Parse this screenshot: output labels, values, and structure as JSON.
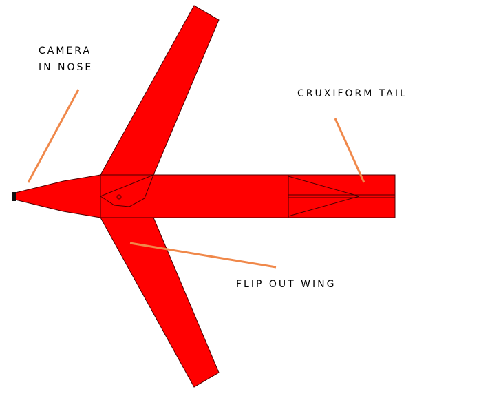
{
  "labels": {
    "camera_line1": "CAMERA",
    "camera_line2": "IN NOSE",
    "tail": "CRUXIFORM TAIL",
    "wing": "FLIP OUT WING"
  },
  "colors": {
    "body_fill": "#ff0000",
    "outline": "#4a0000",
    "leader_line": "#f0884a",
    "text": "#000000",
    "nose_tip": "#111111"
  }
}
